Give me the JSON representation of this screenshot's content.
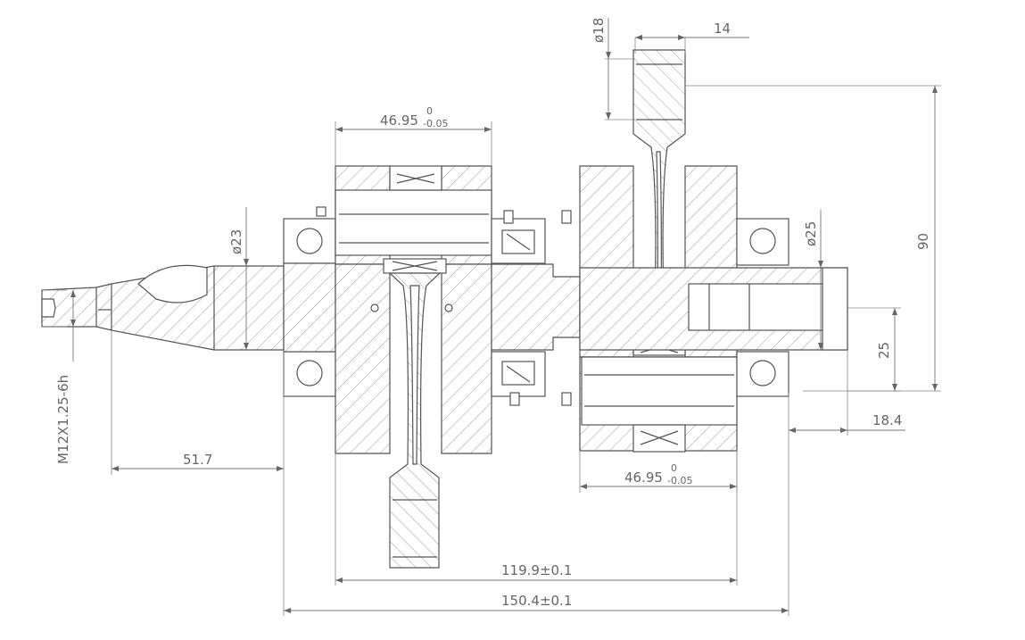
{
  "dimensions": {
    "d18": "ø18",
    "d14": "14",
    "d90": "90",
    "d25dia": "ø25",
    "d25": "25",
    "d23": "ø23",
    "d18_4": "18.4",
    "thread": "M12X1.25-6h",
    "d51_7": "51.7",
    "web_top": "46.95",
    "web_top_upper": "0",
    "web_top_lower": "-0.05",
    "web_bottom": "46.95",
    "web_bottom_upper": "0",
    "web_bottom_lower": "-0.05",
    "d119_9": "119.9±0.1",
    "d150_4": "150.4±0.1"
  }
}
